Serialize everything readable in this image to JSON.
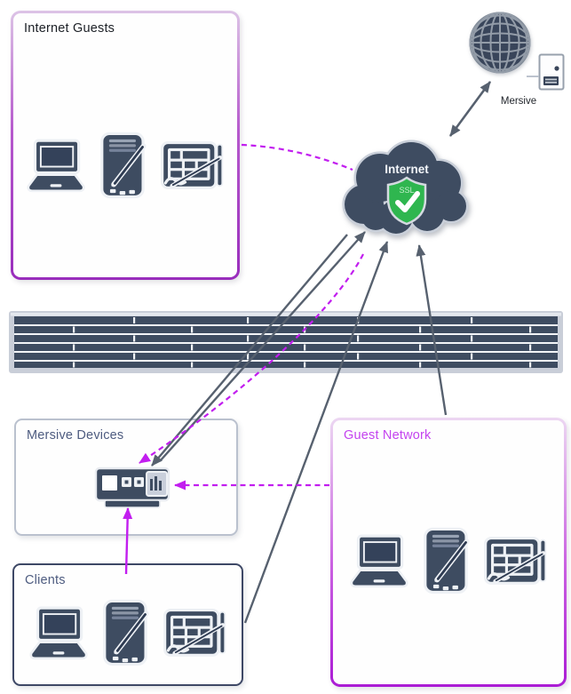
{
  "groups": {
    "internet_guests": {
      "title": "Internet Guests",
      "devices": [
        "laptop",
        "pda",
        "tablet"
      ]
    },
    "mersive_devices": {
      "title": "Mersive Devices",
      "devices": [
        "mersive-pod"
      ]
    },
    "clients": {
      "title": "Clients",
      "devices": [
        "laptop",
        "pda",
        "tablet"
      ]
    },
    "guest_network": {
      "title": "Guest Network",
      "devices": [
        "laptop",
        "pda",
        "tablet"
      ]
    }
  },
  "internet": {
    "label": "Internet",
    "badge": "SSL"
  },
  "mersive_host": {
    "label": "Mersive"
  },
  "colors": {
    "device_slate": "#3e4c61",
    "arrow_gray": "#57616f",
    "link_magenta": "#c21eef",
    "shield_green": "#2fb64f",
    "purple_border_light": "#dcc3e6",
    "purple_border_dark": "#992dbc",
    "firewall_frame": "#c9ced8"
  },
  "connections": [
    {
      "from": "internet-guests",
      "to": "internet-cloud",
      "style": "dashed",
      "color": "magenta",
      "arrows": "none"
    },
    {
      "from": "internet-cloud",
      "to": "mersive-pod",
      "style": "dashed",
      "color": "magenta",
      "arrows": "forward"
    },
    {
      "from": "guest-network",
      "to": "mersive-pod",
      "style": "dashed",
      "color": "magenta",
      "arrows": "forward"
    },
    {
      "from": "clients",
      "to": "mersive-pod",
      "style": "solid",
      "color": "magenta",
      "arrows": "forward"
    },
    {
      "from": "mersive-devices",
      "to": "internet-cloud",
      "style": "solid",
      "color": "gray",
      "arrows": "forward"
    },
    {
      "from": "internet-cloud",
      "to": "mersive-pod",
      "style": "solid",
      "color": "gray",
      "arrows": "forward"
    },
    {
      "from": "clients",
      "to": "internet-cloud",
      "style": "solid",
      "color": "gray",
      "arrows": "forward"
    },
    {
      "from": "guest-network",
      "to": "internet-cloud",
      "style": "solid",
      "color": "gray",
      "arrows": "forward"
    },
    {
      "from": "internet-cloud",
      "to": "mersive-globe",
      "style": "solid",
      "color": "gray",
      "arrows": "both"
    },
    {
      "from": "mersive-globe",
      "to": "mersive-server",
      "style": "solid",
      "color": "lightgray",
      "arrows": "none"
    }
  ]
}
